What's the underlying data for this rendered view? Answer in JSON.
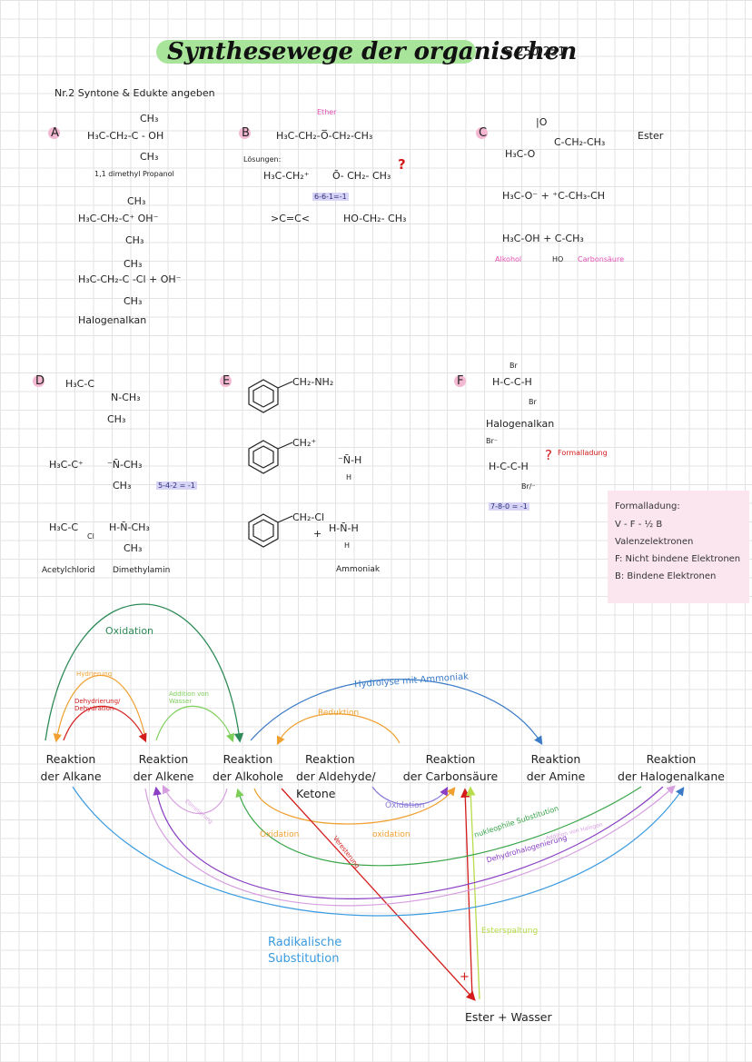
{
  "header": {
    "title": "Synthesewege der organischen",
    "page_ref": "S.250|251",
    "subtitle": "Nr.2   Syntone & Edukte angeben"
  },
  "sections": {
    "A": {
      "letter": "A",
      "lines": [
        "H₃C-CH₂-C - OH",
        "CH₃",
        "CH₃",
        "1,1 dimethyl Propanol",
        "H₃C-CH₂-C⁺    OH⁻",
        "CH₃",
        "CH₃",
        "H₃C-CH₂-C -Cl  + OH⁻",
        "CH₃",
        "CH₃",
        "Halogenalkan"
      ]
    },
    "B": {
      "letter": "B",
      "lines": [
        "Ether",
        "H₃C-CH₂-O̅-CH₂-CH₃",
        "Lösungen:",
        "H₃C-CH₂⁺",
        "Ō- CH₂- CH₃",
        "6-6-1=-1",
        ">C=C<",
        "HO-CH₂- CH₃"
      ],
      "question": "?"
    },
    "C": {
      "letter": "C",
      "lines": [
        "|O",
        "C-CH₂-CH₃",
        "H₃C-O",
        "Ester",
        "H₃C-O⁻  +  ⁺C-CH₃-CH",
        "H₃C-OH +   C-CH₃",
        "HO",
        "Alkohol",
        "Carbonsäure"
      ]
    },
    "D": {
      "letter": "D",
      "lines": [
        "H₃C-C",
        "N-CH₃",
        "CH₃",
        "H₃C-C⁺",
        "⁻N̄-CH₃",
        "CH₃",
        "5-4-2 = -1",
        "H₃C-C",
        "Cl",
        "H-N̄-CH₃",
        "CH₃",
        "Acetylchlorid",
        "Dimethylamin"
      ]
    },
    "E": {
      "letter": "E",
      "lines": [
        "CH₂-NH₂",
        "CH₂⁺",
        "⁻N̄-H",
        "H",
        "CH₂-Cl",
        "+",
        "H-N̄-H",
        "H",
        "Ammoniak"
      ]
    },
    "F": {
      "letter": "F",
      "lines": [
        "Br",
        "H-C-C-H",
        "Br",
        "Halogenalkan",
        "Br⁻",
        "H-C-C-H",
        "Br/⁻",
        "7-8-0 = -1",
        "Formalladung"
      ],
      "question": "?"
    }
  },
  "note": {
    "lines": [
      "Formalladung:",
      "V - F - ½ B",
      "Valenzelektronen",
      "F: Nicht bindene Elektronen",
      "B: Bindene Elektronen"
    ]
  },
  "nodes": [
    {
      "line1": "Reaktion",
      "line2": "der Alkane"
    },
    {
      "line1": "Reaktion",
      "line2": "der Alkene"
    },
    {
      "line1": "Reaktion",
      "line2": "der Alkohole"
    },
    {
      "line1": "Reaktion",
      "line2": "der Aldehyde/",
      "line3": "Ketone"
    },
    {
      "line1": "Reaktion",
      "line2": "der Carbonsäure"
    },
    {
      "line1": "Reaktion",
      "line2": "der Amine"
    },
    {
      "line1": "Reaktion",
      "line2": "der Halogenalkane"
    }
  ],
  "final_node": "Ester + Wasser",
  "arrow_labels": {
    "oxidation_top": "Oxidation",
    "hydrierung": "Hydrierung",
    "dehydrierung": "Dehydrierung/ Dehydration",
    "addition": "Addition von Wasser",
    "hydrolyse": "Hydrolyse mit Ammoniak",
    "reduktion": "Reduktion",
    "oxidation_small": "Oxidation",
    "oxidation_left": "Oxidation",
    "oxidation_right": "oxidation",
    "veresterung": "Veresterung",
    "nukleophile": "nukleophile Substitution",
    "dehydrohalogenierung": "Dehydrohalogenierung",
    "addition_hal": "Addition von Halogen",
    "esterspaltung": "Esterspaltung",
    "eliminierung": "Eliminierung",
    "radikal_line1": "Radikalische",
    "radikal_line2": "Substitution",
    "plus": "+"
  },
  "colors": {
    "title_highlight": "#a8e59a",
    "pink": "#e250b4",
    "red": "#d41c1c",
    "note_bg": "#fbe6f0",
    "dark_green": "#2e8b57",
    "orange": "#f0a030",
    "light_green": "#7dcf5a",
    "blue": "#3a7bc8",
    "purple": "#8a3fc4",
    "light_purple": "#d79fe0",
    "lime": "#b8dc4a"
  }
}
